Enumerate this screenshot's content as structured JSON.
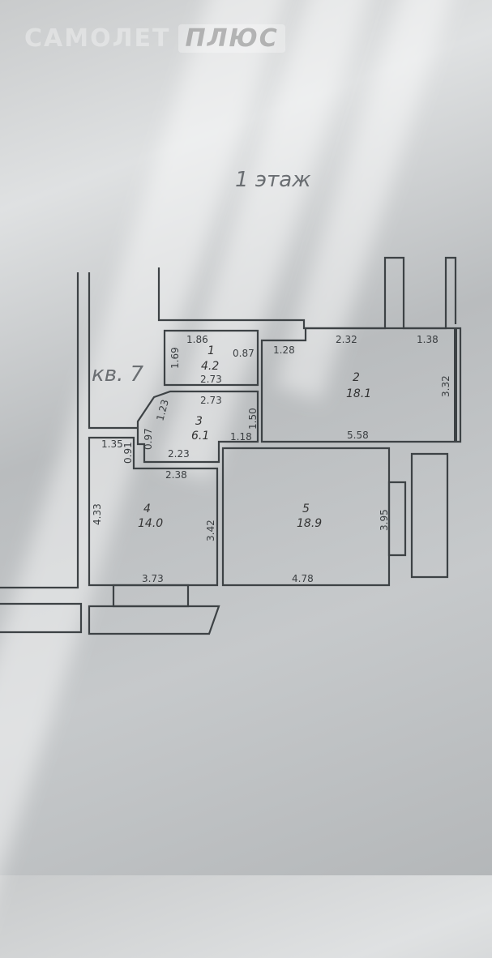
{
  "watermark": {
    "brand": "САМОЛЕТ",
    "suffix": "ПЛЮС"
  },
  "floor_label": "1 этаж",
  "apartment_label": "кв. 7",
  "rooms": [
    {
      "number": "1",
      "area": "4.2"
    },
    {
      "number": "2",
      "area": "18.1"
    },
    {
      "number": "3",
      "area": "6.1"
    },
    {
      "number": "4",
      "area": "14.0"
    },
    {
      "number": "5",
      "area": "18.9"
    }
  ],
  "dimensions": {
    "r1_top": "1.86",
    "r1_right": "0.87",
    "r1_left": "1.69",
    "r1_bottom": "2.73",
    "r3_top": "2.73",
    "r3_diag": "1.23",
    "r3_right": "1.50",
    "r3_notch": "1.18",
    "r3_left": "0.97",
    "r3_bottom": "2.23",
    "r4_top": "1.35",
    "r4_step": "0.91",
    "r4_top2": "2.38",
    "r4_left": "4.33",
    "r4_right": "3.42",
    "r4_bottom": "3.73",
    "r2_left_top": "1.28",
    "r2_top": "2.32",
    "r2_top_right": "1.38",
    "r2_right": "3.32",
    "r2_bottom": "5.58",
    "r5_right": "3.95",
    "r5_bottom": "4.78"
  }
}
